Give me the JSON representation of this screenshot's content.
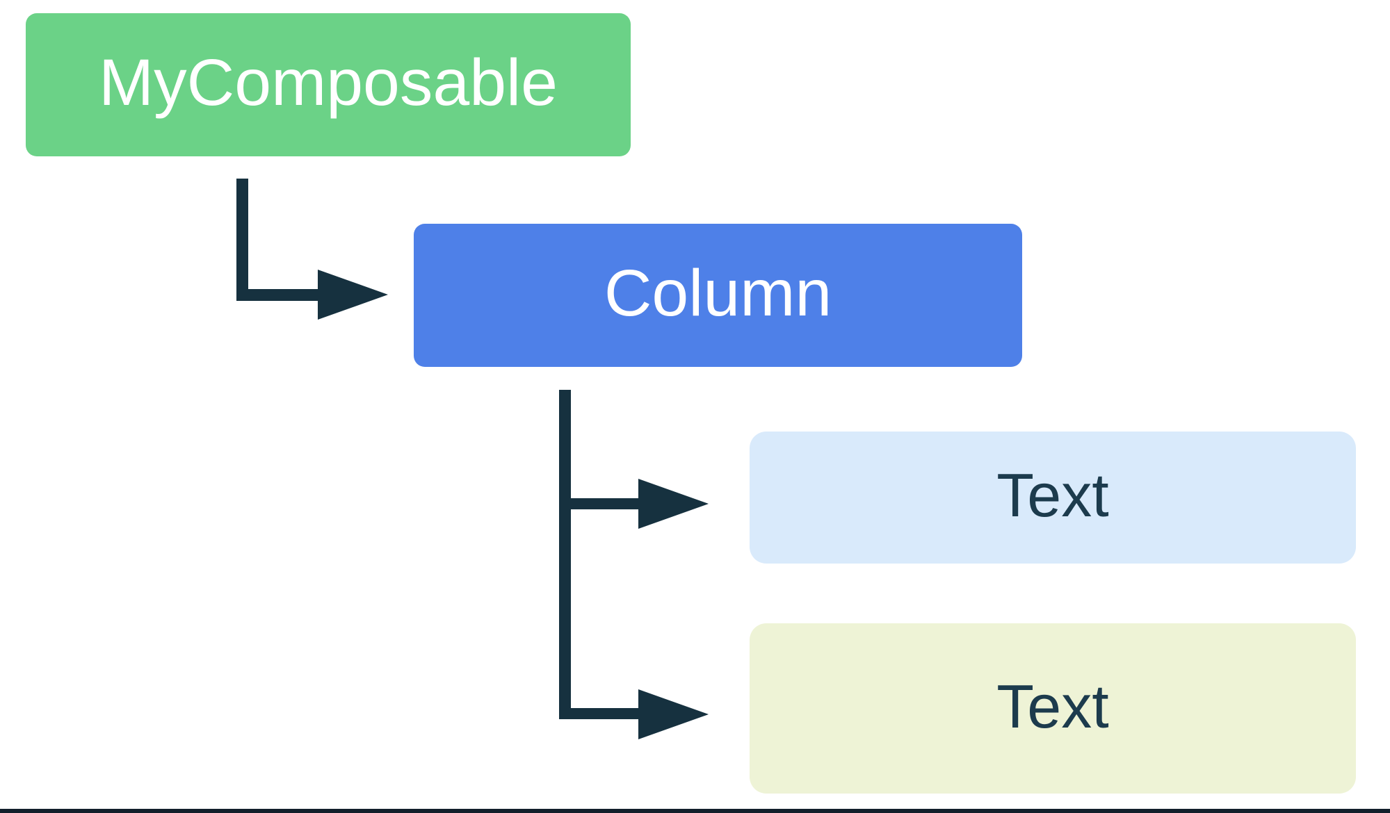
{
  "diagram": {
    "nodes": [
      {
        "id": "mycomposable",
        "label": "MyComposable",
        "fill": "#6BD287",
        "text_color": "#FFFFFF"
      },
      {
        "id": "column",
        "label": "Column",
        "fill": "#4E80E8",
        "text_color": "#FFFFFF"
      },
      {
        "id": "text-1",
        "label": "Text",
        "fill": "#D9EAFB",
        "text_color": "#1C3B4D"
      },
      {
        "id": "text-2",
        "label": "Text",
        "fill": "#EEF3D6",
        "text_color": "#1C3B4D"
      }
    ],
    "edges": [
      {
        "from": "mycomposable",
        "to": "column"
      },
      {
        "from": "column",
        "to": "text-1"
      },
      {
        "from": "column",
        "to": "text-2"
      }
    ]
  },
  "colors": {
    "background": "#FFFFFF",
    "arrow": "#16313F",
    "bottom_border": "#111F2B"
  }
}
